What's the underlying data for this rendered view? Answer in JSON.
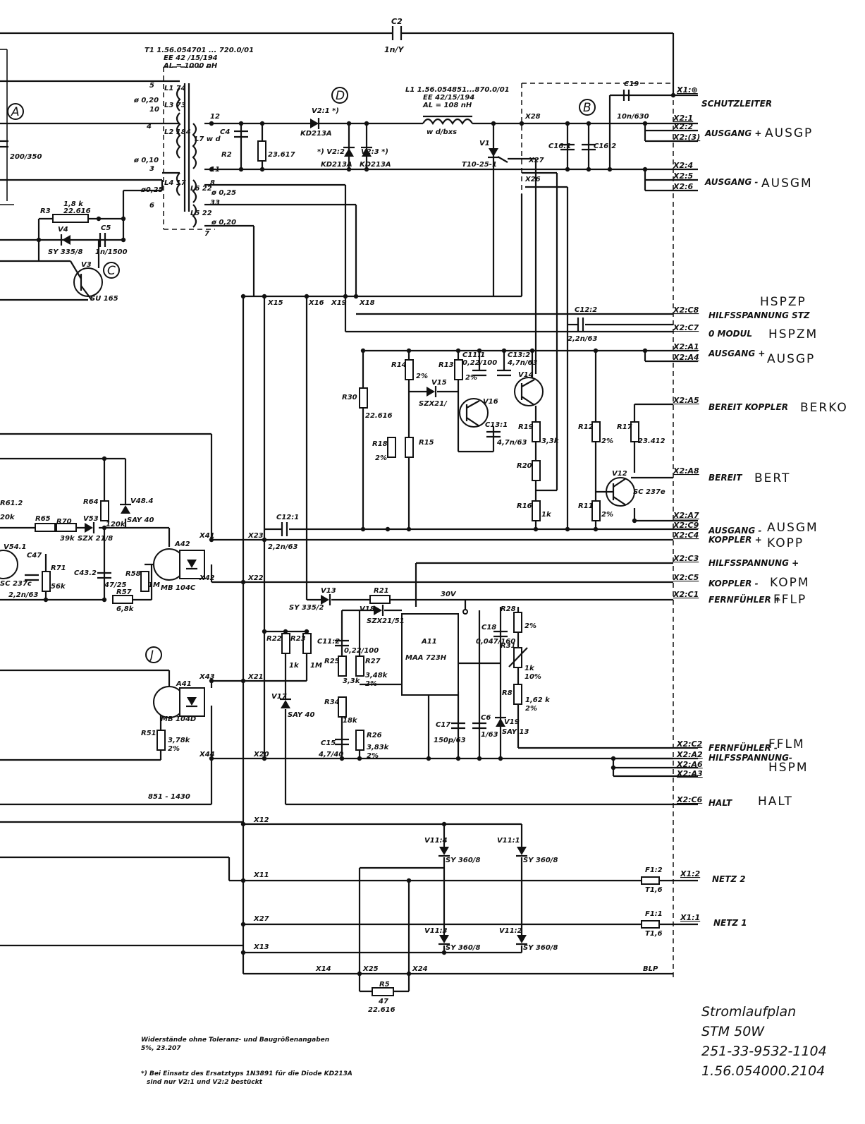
{
  "title_block": {
    "line1": "Stromlaufplan",
    "line2": "STM 50W",
    "line3": "251-33-9532-1104",
    "line4": "1.56.054000.2104"
  },
  "notes": {
    "note1_line1": "Widerstände ohne Toleranz- und Baugrößenangaben",
    "note1_line2": "5%, 23.207",
    "note2_line1": "*) Bei Einsatz des Ersatztyps 1N3891 für die Diode KD213A",
    "note2_line2": "sind nur V2:1 und V2:2 bestückt"
  },
  "markers": {
    "A": "A",
    "B": "B",
    "C": "C",
    "D": "D",
    "J": "J"
  },
  "top": {
    "c2_name": "C2",
    "c2_value": "1n/Y",
    "t1_line1": "T1 1.56.054701 ... 720.0/01",
    "t1_line2": "EE 42 /15/194",
    "t1_line3": "AL = 1000 nH",
    "l1_line1": "L1 1.56.054851...870.0/01",
    "l1_line2": "EE 42/15/194",
    "l1_line3": "AL = 108 nH",
    "l1_winding": "w d/bxs",
    "c19_name": "C19",
    "c19_value": "10n/630"
  },
  "transformer": {
    "pins": [
      "5",
      "10",
      "4",
      "3",
      "6",
      "12",
      "11",
      "8",
      "33",
      "7"
    ],
    "windings": [
      "L1 74",
      "L3 73",
      "L2 184",
      "L4 17",
      "L7 w d",
      "L6 22",
      "L5 22"
    ],
    "wire_labels": [
      "ø 0,20",
      "ø 0,10",
      "ø0,25",
      "ø 0,25",
      "ø 0,20"
    ],
    "c_left": "200/350"
  },
  "components": {
    "C4": "C4",
    "R2": "R2",
    "R2_value": "23.617",
    "V2_1": "V2:1 *)",
    "V2_1_type": "KD213A",
    "V2_2": "*) V2:2",
    "V2_2_type": "KD213A",
    "V2_3": "V2:3 *)",
    "V2_3_type": "KD213A",
    "V1": "V1",
    "V1_type": "T10-25-1",
    "C16_1": "C16:1",
    "C16_2": "C16:2",
    "R3": "R3",
    "R3_value": "1,8 k",
    "R3_value2": "22.616",
    "V4": "V4",
    "V4_type": "SY 335/8",
    "C5": "C5",
    "C5_value": "1n/1500",
    "V3": "V3",
    "V3_type": "SU 165",
    "C12_2": "C12:2",
    "C12_2_value": "2,2n/63",
    "R14": "R14",
    "R14_tol": "2%",
    "R13": "R13",
    "R13_tol": "2%",
    "C11_1": "C11:1",
    "C11_1_value": "0,22/100",
    "C13_2": "C13:2",
    "C13_2_value": "4,7n/63",
    "V14": "V14",
    "V15": "V15",
    "V15_type": "SZX21/",
    "V16": "V16",
    "C13_1": "C13:1",
    "C13_1_value": "4,7n/63",
    "R19": "R19",
    "R19_value": "3,3k",
    "R30": "R30",
    "R30_value": "22.616",
    "R18": "R18",
    "R18_tol": "2%",
    "R15": "R15",
    "R20": "R20",
    "R16": "R16",
    "R16_value": "1k",
    "R12": "R12",
    "R12_tol": "2%",
    "R17": "R17",
    "R17_value": "23.412",
    "V12": "V12",
    "V12_type": "SC 237e",
    "R11": "R11",
    "R11_tol": "2%",
    "R61": "R61.2",
    "R61_value": "20k",
    "R65": "R65",
    "R70": "R70",
    "R70_value": "39k",
    "V53": "V53",
    "V53_type": "SZX 21/8",
    "R64": "R64",
    "R64_value": "120k",
    "V48": "V48.4",
    "V48_type": "SAY 40",
    "V54": "V54.1",
    "V54_type": "SC 237c",
    "C47": "C47",
    "C47_value": "2,2n/63",
    "R71": "R71",
    "R71_value": "56k",
    "C43": "C43.2",
    "C43_value": "47/25",
    "R58": "R58",
    "R58_value": "1M",
    "R57": "R57",
    "R57_value": "6,8k",
    "A42": "A42",
    "A42_type": "MB 104C",
    "C12_1": "C12:1",
    "C12_1_value": "2,2n/63",
    "V13": "V13",
    "V13_type": "SY 335/2",
    "R21": "R21",
    "V18": "V18",
    "V18_type": "SZX21/51",
    "V30": "30V",
    "A11": "A11",
    "A11_type": "MAA 723H",
    "C18": "C18",
    "C18_value": "0,047/160",
    "R28": "R28",
    "R28_tol": "2%",
    "R31": "R31",
    "R31_value": "1k",
    "R31_tol": "10%",
    "R8": "R8",
    "R8_value": "1,62 k",
    "R8_tol": "2%",
    "R22": "R22",
    "R22_value": "1k",
    "R23": "R23",
    "R23_value": "1M",
    "C11_2": "C11:2",
    "C11_2_value": "0,22/100",
    "R25": "R25",
    "R25_value": "3,3k",
    "R27": "R27",
    "R27_value": "3,48k",
    "R27_tol": "2%",
    "R34": "R34",
    "R34_value": "18k",
    "R26": "R26",
    "R26_value": "3,83k",
    "R26_tol": "2%",
    "C15": "C15",
    "C15_value": "4,7/40",
    "C17": "C17",
    "C17_value": "150p/63",
    "C6": "C6",
    "C6_value": "1/63",
    "V19": "V19",
    "V19_type": "SAY 13",
    "V17": "V17",
    "V17_type": "SAY 40",
    "A41": "A41",
    "A41_type": "MB 104D",
    "R51": "R51",
    "R51_value": "3,78k",
    "R51_tol": "2%",
    "ref851": "851 - 1430",
    "V11_4": "V11:4",
    "V11_1": "V11:1",
    "V11_3": "V11:3",
    "V11_2": "V11:2",
    "V11_type": "SY 360/8",
    "F1_2": "F1:2",
    "F1_1": "F1:1",
    "F_value": "T1,6",
    "R5": "R5",
    "R5_value": "47",
    "R5_value2": "22.616",
    "BLP": "BLP"
  },
  "nodes": [
    "X15",
    "X16",
    "X19",
    "X18",
    "X28",
    "X27",
    "X26",
    "X41",
    "X23",
    "X42",
    "X22",
    "X43",
    "X21",
    "X44",
    "X20",
    "X12",
    "X11",
    "X27",
    "X13",
    "X14",
    "X25",
    "X24"
  ],
  "connectors": [
    {
      "pin": "X1:⊕",
      "label": "SCHUTZLEITER",
      "hand": ""
    },
    {
      "pin": "X2:1",
      "label": "",
      "hand": ""
    },
    {
      "pin": "X2:2",
      "label": "AUSGANG +",
      "hand": "AUSGP"
    },
    {
      "pin": "X2:(3)",
      "label": "",
      "hand": ""
    },
    {
      "pin": "X2:4",
      "label": "",
      "hand": ""
    },
    {
      "pin": "X2:5",
      "label": "AUSGANG -",
      "hand": "AUSGM"
    },
    {
      "pin": "X2:6",
      "label": "",
      "hand": ""
    },
    {
      "pin": "X2:C8",
      "label": "HILFSSPANNUNG STZ",
      "hand": "HSPZP"
    },
    {
      "pin": "X2:C7",
      "label": "0 MODUL",
      "hand": "HSPZM"
    },
    {
      "pin": "X2:A1",
      "label": "AUSGANG +",
      "hand": "AUSGP"
    },
    {
      "pin": "X2:A4",
      "label": "",
      "hand": ""
    },
    {
      "pin": "X2:A5",
      "label": "BEREIT KOPPLER",
      "hand": "BERKO"
    },
    {
      "pin": "X2:A8",
      "label": "BEREIT",
      "hand": "BERT"
    },
    {
      "pin": "X2:A7",
      "label": "AUSGANG -",
      "hand": "AUSGM"
    },
    {
      "pin": "X2:C9",
      "label": "",
      "hand": ""
    },
    {
      "pin": "X2:C4",
      "label": "KOPPLER +",
      "hand": "KOPP"
    },
    {
      "pin": "X2:C3",
      "label": "HILFSSPANNUNG +",
      "hand": ""
    },
    {
      "pin": "X2:C5",
      "label": "KOPPLER -",
      "hand": "KOPM"
    },
    {
      "pin": "X2:C1",
      "label": "FERNFÜHLER +",
      "hand": "FFLP"
    },
    {
      "pin": "X2:C2",
      "label": "FERNFÜHLER -",
      "hand": "FFLM"
    },
    {
      "pin": "X2:A2",
      "label": "HILFSSPANNUNG-",
      "hand": "HSPM"
    },
    {
      "pin": "X2:A6",
      "label": "",
      "hand": ""
    },
    {
      "pin": "X2:A3",
      "label": "",
      "hand": ""
    },
    {
      "pin": "X2:C6",
      "label": "HALT",
      "hand": "HALT"
    },
    {
      "pin": "X1:2",
      "label": "NETZ 2",
      "hand": ""
    },
    {
      "pin": "X1:1",
      "label": "NETZ 1",
      "hand": ""
    }
  ]
}
